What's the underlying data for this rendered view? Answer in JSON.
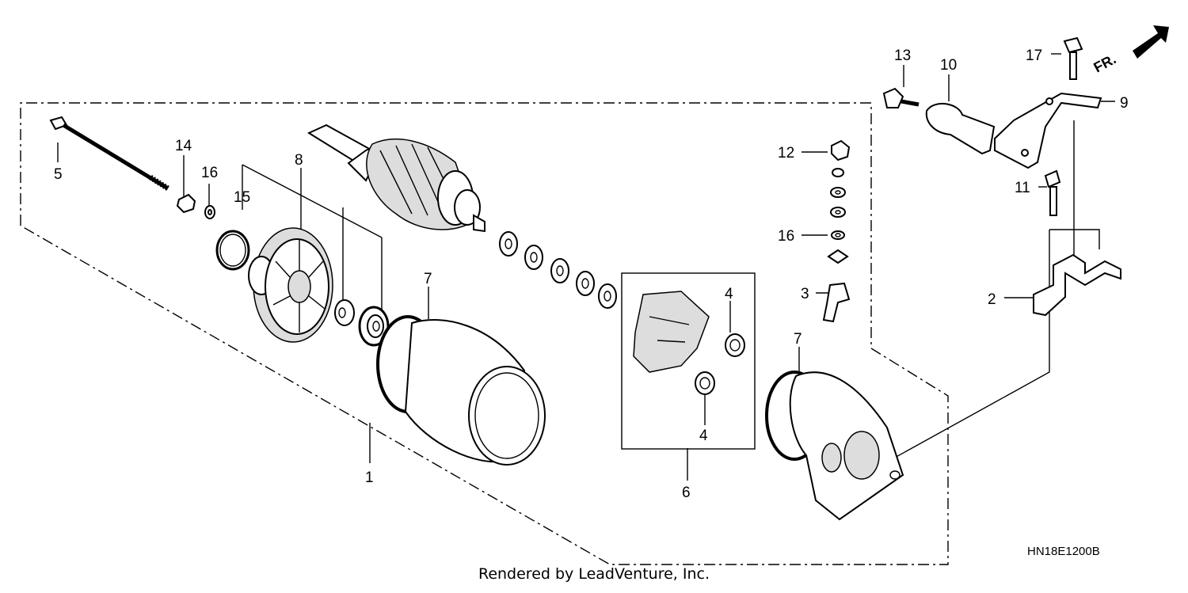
{
  "callouts": [
    "1",
    "2",
    "3",
    "4",
    "4",
    "5",
    "6",
    "7",
    "7",
    "8",
    "9",
    "10",
    "11",
    "12",
    "13",
    "14",
    "15",
    "16",
    "16",
    "17"
  ],
  "diagram_code": "HN18E1200B",
  "direction_marker": "FR.",
  "footer": "Rendered by LeadVenture, Inc."
}
